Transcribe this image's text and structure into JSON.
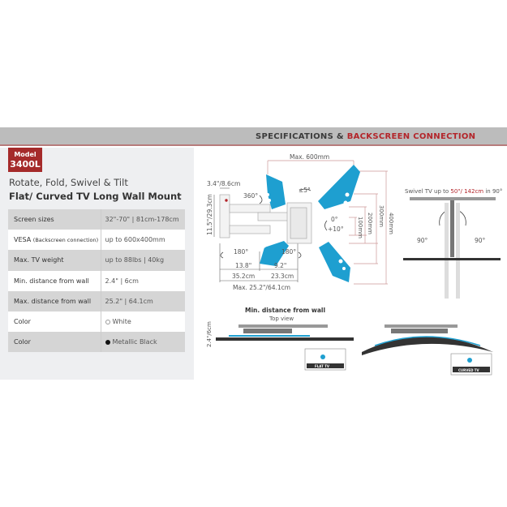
{
  "header": {
    "title_a": "SPECIFICATIONS & ",
    "title_b": "BACKSCREEN CONNECTION"
  },
  "model": {
    "label": "Model",
    "number": "3400L"
  },
  "subtitle": "Rotate, Fold, Swivel & Tilt",
  "title": "Flat/ Curved TV Long Wall Mount",
  "specs": [
    {
      "label": "Screen sizes",
      "value": "32\"-70\" | 81cm-178cm"
    },
    {
      "label": "VESA",
      "label_note": "(Backscreen connection)",
      "value": "up to 600x400mm"
    },
    {
      "label": "Max. TV weight",
      "value": "up to 88lbs | 40kg"
    },
    {
      "label": "Min. distance from wall",
      "value": "2.4\" | 6cm"
    },
    {
      "label": "Max. distance from wall",
      "value": "25.2\" | 64.1cm"
    },
    {
      "label": "Color",
      "value": "White",
      "swatch": "#ffffff"
    },
    {
      "label": "Color",
      "value": "Metallic Black",
      "swatch": "#111111"
    }
  ],
  "diagram": {
    "max_width": "Max. 600mm",
    "arm_depth": "3.4\"/8.6cm",
    "height": "11.5\"/29.3cm",
    "rotate": "360°",
    "tilt_side": "±5°",
    "tilt_a": "0°",
    "tilt_b": "+10°",
    "v100": "100mm",
    "v200": "200mm",
    "v300": "300mm",
    "v400": "400mm",
    "fold_left": "180°",
    "fold_right": "180°",
    "seg1_in": "13.8\"",
    "seg1_cm": "35.2cm",
    "seg2_in": "9.2\"",
    "seg2_cm": "23.3cm",
    "max_extension": "Max. 25.2\"/64.1cm",
    "swivel_a": "Swivel TV up to ",
    "swivel_b": "50\"/ 142cm",
    "swivel_c": " in 90°",
    "swivel_left": "90°",
    "swivel_right": "90°",
    "min_dist_title": "Min. distance from wall",
    "top_view": "Top view",
    "min_dist": "2.4\"/6cm",
    "flat_tv": "FLAT TV",
    "curved_tv": "CURVED TV"
  },
  "colors": {
    "accent": "#b3252a",
    "plate": "#1e9fd0"
  }
}
